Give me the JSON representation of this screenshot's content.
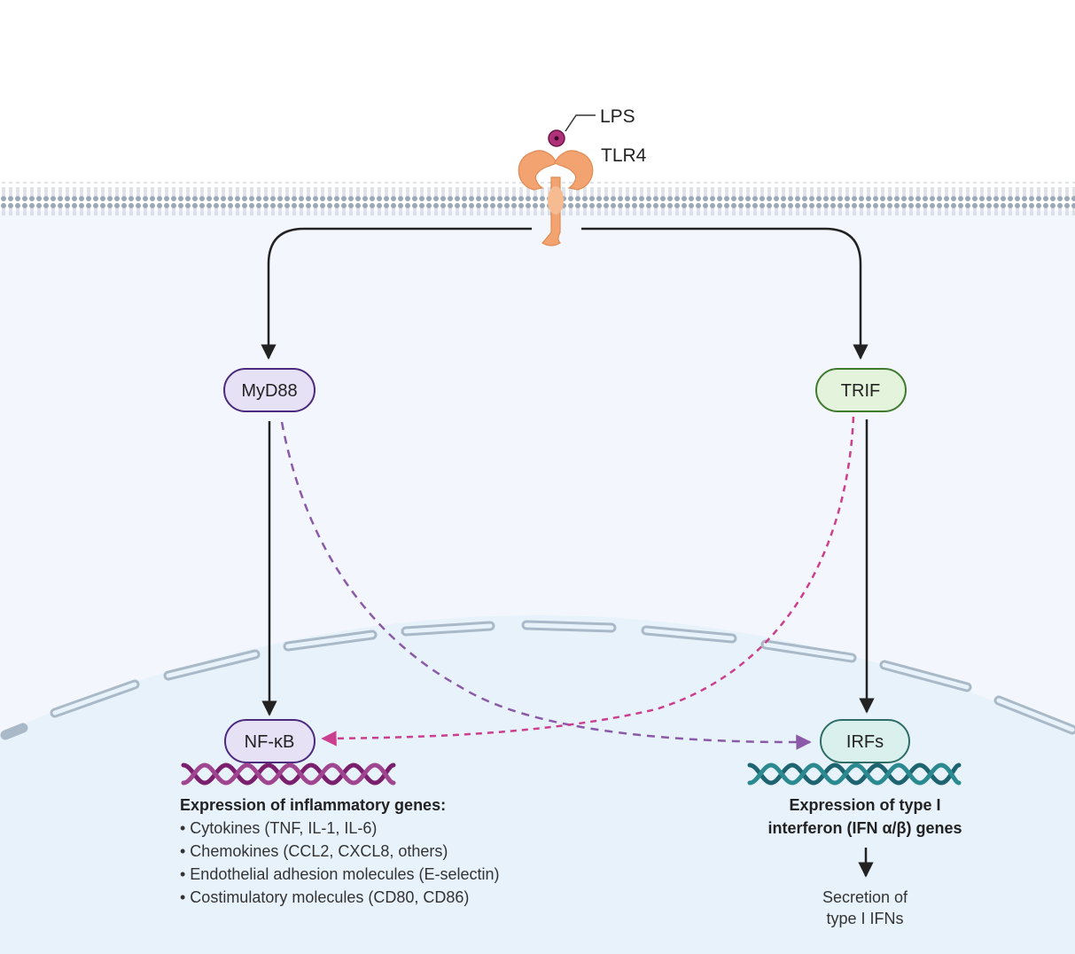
{
  "ligand": {
    "label": "LPS"
  },
  "receptor": {
    "label": "TLR4"
  },
  "adaptors": {
    "myd88": {
      "label": "MyD88",
      "fill": "#e6e1f5",
      "stroke": "#4b2a7e"
    },
    "trif": {
      "label": "TRIF",
      "fill": "#e3f3dc",
      "stroke": "#3f7a2f"
    }
  },
  "transcription_factors": {
    "nfkb": {
      "label": "NF-κB",
      "fill": "#e6e1f5",
      "stroke": "#4b2a7e",
      "dna_color": "#7a1f6e"
    },
    "irfs": {
      "label": "IRFs",
      "fill": "#d9f0ec",
      "stroke": "#2f6e66",
      "dna_color": "#1d6470"
    }
  },
  "left_output": {
    "title": "Expression of inflammatory genes:",
    "items": [
      "• Cytokines (TNF, IL-1, IL-6)",
      "• Chemokines (CCL2, CXCL8, others)",
      "• Endothelial adhesion molecules (E-selectin)",
      "• Costimulatory molecules (CD80, CD86)"
    ]
  },
  "right_output": {
    "title_line1": "Expression of type I",
    "title_line2": "interferon (IFN α/β) genes",
    "secretion_line1": "Secretion of",
    "secretion_line2": "type I IFNs"
  },
  "colors": {
    "membrane": "#9aa8b8",
    "cytoplasm": "#f3f6fc",
    "nucleus": "#e8f2fb",
    "receptor": "#f2a36f",
    "ligand": "#b0307a",
    "arrow_solid": "#222222",
    "arrow_myd88_cross": "#8a5aa8",
    "arrow_trif_cross": "#cc3f8e"
  }
}
